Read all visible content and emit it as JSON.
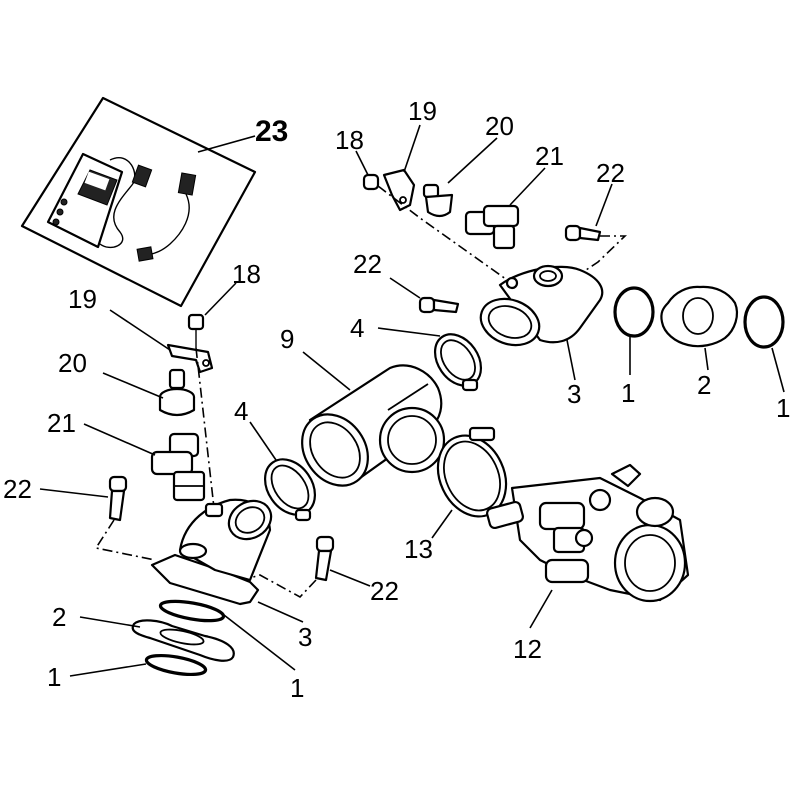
{
  "diagram": {
    "callouts": {
      "c23": "23",
      "c18_left": "18",
      "c19_left": "19",
      "c20_left": "20",
      "c21_left": "21",
      "c22_left": "22",
      "c4_left": "4",
      "c9": "9",
      "c4_mid": "4",
      "c22_lower": "22",
      "c13": "13",
      "c3_lower": "3",
      "c2_lower": "2",
      "c1_lower_left": "1",
      "c1_lower_right": "1",
      "c12": "12",
      "c18_top": "18",
      "c19_top": "19",
      "c20_top": "20",
      "c21_top": "21",
      "c22_top_right": "22",
      "c22_top_mid": "22",
      "c3_upper": "3",
      "c1_upper_left": "1",
      "c2_upper": "2",
      "c1_upper_right": "1"
    }
  }
}
